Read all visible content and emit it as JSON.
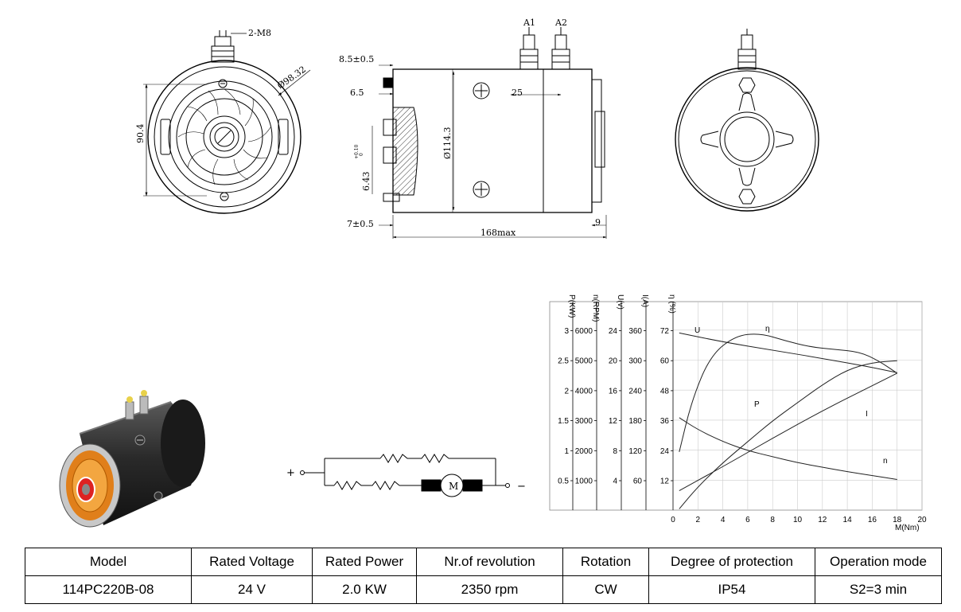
{
  "drawing": {
    "front_view": {
      "terminal_label": "2-M8",
      "diameter_label": "Ø98.32",
      "height_label": "90.4"
    },
    "side_view": {
      "terminal_a1": "A1",
      "terminal_a2": "A2",
      "dim_top": "8.5±0.5",
      "dim_flange": "6.5",
      "dim_terminal_gap": "25",
      "dim_diameter": "Ø114.3",
      "dim_shaft": "6.43",
      "dim_shaft_tol_upper": "+0.10",
      "dim_shaft_tol_lower": "0",
      "dim_bottom": "7±0.5",
      "dim_end": "9",
      "dim_length": "168max"
    },
    "circuit": {
      "plus": "+",
      "minus": "−",
      "motor": "M"
    }
  },
  "chart_data": {
    "type": "line",
    "xlabel": "M(Nm)",
    "x_ticks": [
      0,
      2,
      4,
      6,
      8,
      10,
      12,
      14,
      16,
      18,
      20
    ],
    "xlim": [
      0,
      20
    ],
    "axes": [
      {
        "label": "P(KW)",
        "ticks": [
          "0.5",
          "1",
          "1.5",
          "2",
          "2.5",
          "3"
        ]
      },
      {
        "label": "n(RPM)",
        "ticks": [
          "1000",
          "2000",
          "3000",
          "4000",
          "5000",
          "6000"
        ]
      },
      {
        "label": "U(v)",
        "ticks": [
          "4",
          "8",
          "12",
          "16",
          "20",
          "24"
        ]
      },
      {
        "label": "I(A)",
        "ticks": [
          "60",
          "120",
          "180",
          "240",
          "300",
          "360"
        ]
      },
      {
        "label": "η (%)",
        "ticks": [
          "12",
          "24",
          "36",
          "48",
          "60",
          "72"
        ]
      }
    ],
    "series": [
      {
        "name": "U",
        "unit_axis": "U(v)",
        "x": [
          0.5,
          4,
          8,
          12,
          16,
          18
        ],
        "y": [
          23.7,
          22.5,
          21.4,
          20.3,
          19.1,
          18.4
        ]
      },
      {
        "name": "η",
        "unit_axis": "η (%)",
        "x": [
          0.5,
          1.5,
          3,
          5,
          7,
          9,
          11,
          13,
          15,
          16.5,
          18
        ],
        "y": [
          23.5,
          44,
          62,
          70,
          71,
          68,
          65.5,
          64.5,
          63.5,
          60,
          55
        ]
      },
      {
        "name": "P",
        "unit_axis": "P(KW)",
        "x": [
          0.5,
          2,
          4,
          6,
          8,
          10,
          12,
          14,
          16,
          18
        ],
        "y": [
          0.03,
          0.4,
          0.8,
          1.15,
          1.5,
          1.8,
          2.1,
          2.35,
          2.47,
          2.5
        ]
      },
      {
        "name": "I",
        "unit_axis": "I(A)",
        "x": [
          0.5,
          4,
          8,
          12,
          16,
          18
        ],
        "y": [
          40,
          88,
          145,
          200,
          250,
          275
        ]
      },
      {
        "name": "n",
        "unit_axis": "n(RPM)",
        "x": [
          0.5,
          2,
          4,
          6,
          8,
          10,
          12,
          14,
          16,
          18
        ],
        "y": [
          3100,
          2700,
          2300,
          2000,
          1800,
          1600,
          1450,
          1300,
          1170,
          1040
        ]
      }
    ]
  },
  "table": {
    "headers": [
      "Model",
      "Rated Voltage",
      "Rated Power",
      "Nr.of revolution",
      "Rotation",
      "Degree of protection",
      "Operation mode"
    ],
    "values": [
      "114PC220B-08",
      "24 V",
      "2.0 KW",
      "2350 rpm",
      "CW",
      "IP54",
      "S2=3 min"
    ]
  }
}
